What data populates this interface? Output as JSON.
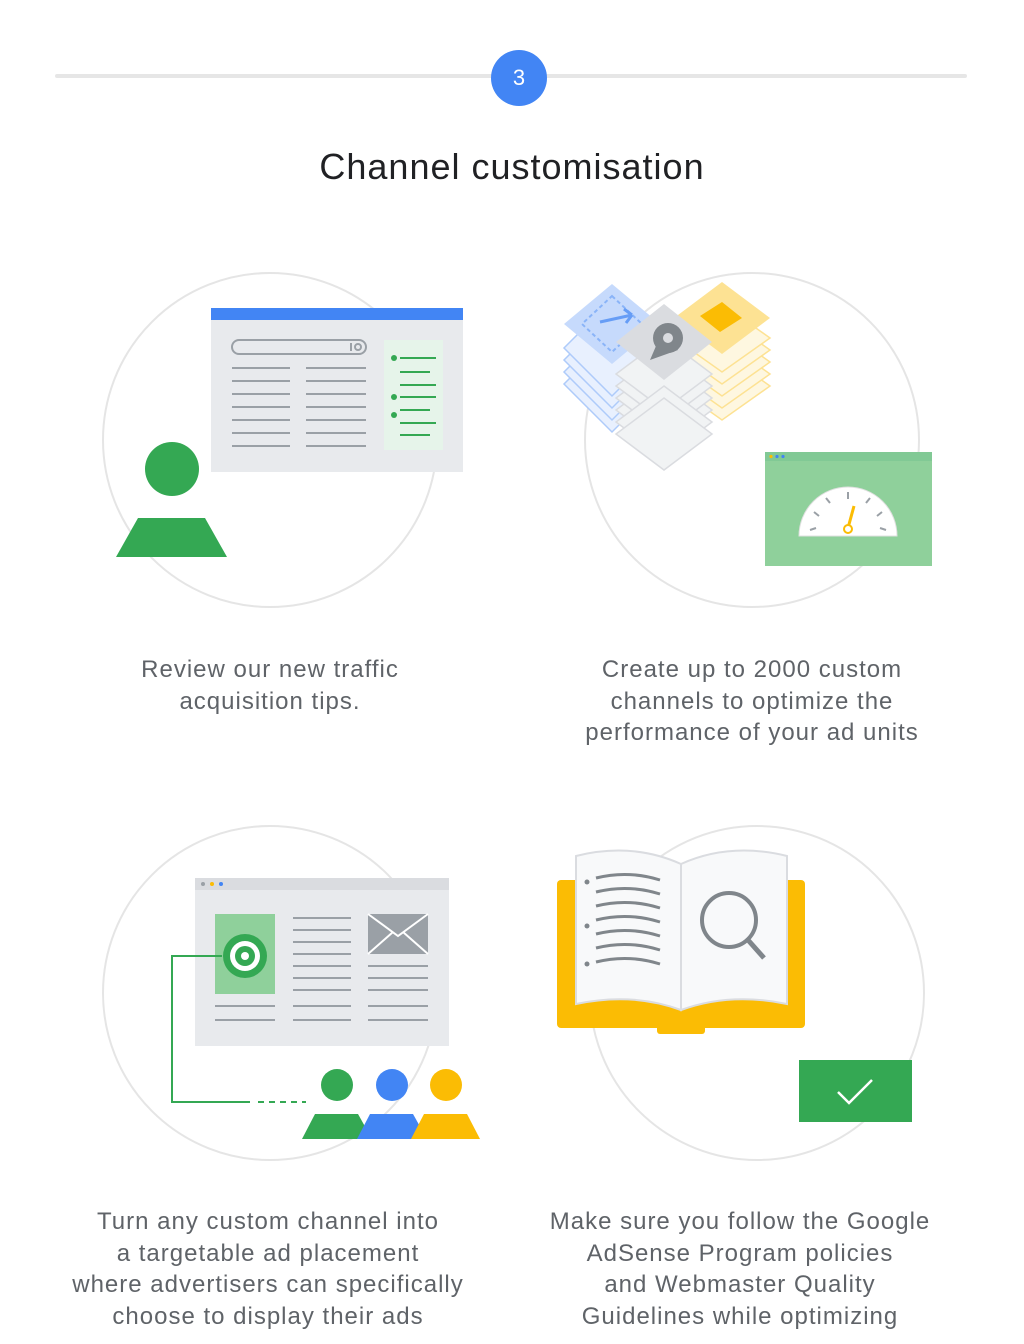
{
  "step": {
    "number": "3"
  },
  "page_title": "Channel customisation",
  "cards": [
    {
      "lines": [
        "Review our new traffic",
        "acquisition tips."
      ]
    },
    {
      "lines": [
        "Create up to 2000 custom",
        "channels to optimize the",
        "performance of your ad units"
      ]
    },
    {
      "lines": [
        "Turn any custom channel into",
        "a targetable ad placement",
        "where advertisers can specifically",
        "choose to display their ads"
      ]
    },
    {
      "lines": [
        "Make sure you follow the Google",
        "AdSense Program policies",
        "and Webmaster Quality",
        "Guidelines while optimizing"
      ]
    }
  ],
  "colors": {
    "blue": "#4285f4",
    "green": "#34a853",
    "yellow": "#fbbc04",
    "light_green": "#8fd09b",
    "gray": "#e8eaed",
    "dark_text": "#202124",
    "body_text": "#5f6368"
  }
}
